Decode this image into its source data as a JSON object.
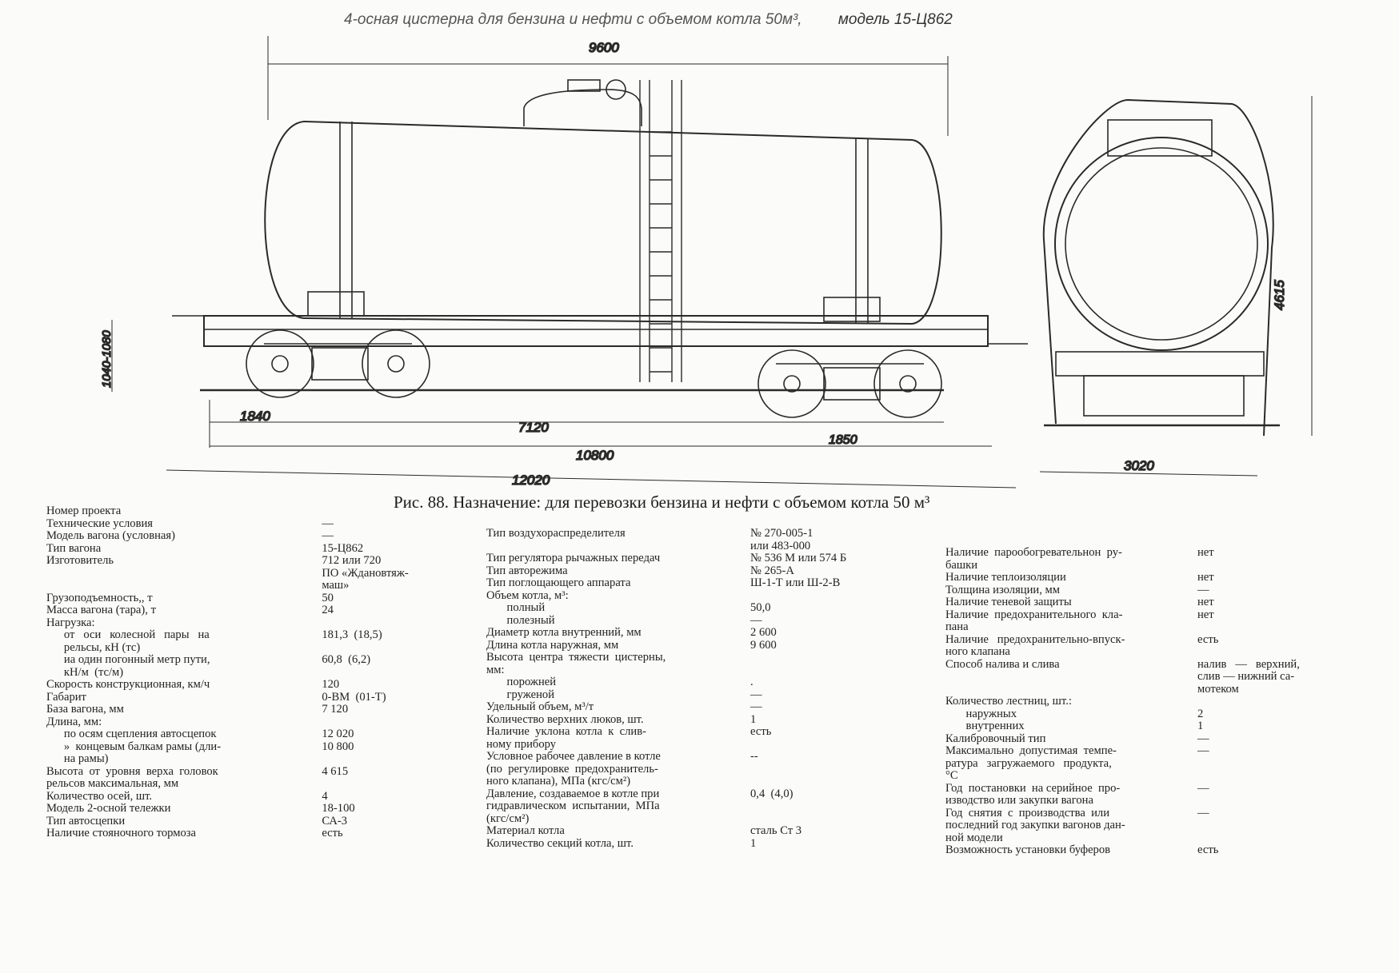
{
  "header": {
    "title": "4-осная цистерна для бензина и нефти с объемом котла 50м³,",
    "model": "модель 15-Ц862"
  },
  "dimensions": {
    "length_boiler": "9600",
    "height": "4615",
    "coupler_height": "1040-1080",
    "bogie_overhang": "1840",
    "base": "7120",
    "bogie_base": "1850",
    "frame_length": "10800",
    "overall_length": "12020",
    "width": "3020"
  },
  "caption": "Рис. 88. Назначение: для перевозки бензина и нефти с объемом котла 50 м³",
  "col1": [
    {
      "label": "Номер проекта",
      "value": ""
    },
    {
      "label": "Технические условия",
      "value": "—"
    },
    {
      "label": "Модель вагона (условная)",
      "value": "—"
    },
    {
      "label": "Тип вагона",
      "value": "15-Ц862"
    },
    {
      "label": "Изготовитель",
      "value": "712 или 720\nПО «Ждановтяж-\nмаш»"
    },
    {
      "label": "Грузоподъемность,, т",
      "value": "50"
    },
    {
      "label": "Масса вагона (тара), т",
      "value": "24"
    },
    {
      "label": "Нагрузка:",
      "value": ""
    },
    {
      "label": "      от   оси   колесной   пары   на\n      рельсы, кН (тс)",
      "value": "181,3  (18,5)"
    },
    {
      "label": "      иа один погонный метр пути,\n      кН/м  (тс/м)",
      "value": "60,8  (6,2)"
    },
    {
      "label": "Скорость конструкционная, км/ч",
      "value": "120"
    },
    {
      "label": "Габарит",
      "value": "0-ВМ  (01-Т)"
    },
    {
      "label": "База вагона, мм",
      "value": "7 120"
    },
    {
      "label": "Длина, мм:",
      "value": ""
    },
    {
      "label": "      по осям сцепления автосцепок",
      "value": "12 020"
    },
    {
      "label": "      »  концевым балкам рамы (дли-\n      на рамы)",
      "value": "10 800"
    },
    {
      "label": "Высота  от  уровня  верха  головок\nрельсов максимальная, мм",
      "value": "4 615"
    },
    {
      "label": "Количество осей, шт.",
      "value": "4"
    },
    {
      "label": "Модель 2-осной тележки",
      "value": "18-100"
    },
    {
      "label": "Тип автосцепки",
      "value": "СА-3"
    },
    {
      "label": "Наличие стояночного тормоза",
      "value": "есть"
    }
  ],
  "col2": [
    {
      "label": "Тип воздухораспределителя",
      "value": "№ 270-005-1\nили 483-000"
    },
    {
      "label": "Тип регулятора рычажных передач",
      "value": "№ 536 М или 574 Б"
    },
    {
      "label": "Тип авторежима",
      "value": "№ 265-А"
    },
    {
      "label": "Тип поглощающего аппарата",
      "value": "Ш-1-Т или Ш-2-В"
    },
    {
      "label": "Объем котла, м³:",
      "value": ""
    },
    {
      "label": "       полный",
      "value": "50,0"
    },
    {
      "label": "       полезный",
      "value": "—"
    },
    {
      "label": "Диаметр котла внутренний, мм",
      "value": "2 600"
    },
    {
      "label": "Длина котла наружная, мм",
      "value": "9 600"
    },
    {
      "label": "Высота  центра  тяжести  цистерны,\nмм:",
      "value": ""
    },
    {
      "label": "       порожней",
      "value": "."
    },
    {
      "label": "       груженой",
      "value": "—"
    },
    {
      "label": "Удельный объем, м³/т",
      "value": "—"
    },
    {
      "label": "Количество верхних люков, шт.",
      "value": "1"
    },
    {
      "label": "Наличие  уклона  котла  к  слив-\nному прибору",
      "value": "есть"
    },
    {
      "label": "Условное рабочее давление в котле\n(по  регулировке  предохранитель-\nного клапана), МПа (кгс/см²)",
      "value": "--"
    },
    {
      "label": "Давление, создаваемое в котле при\nгидравлическом  испытании,  МПа\n(кгс/см²)",
      "value": "0,4  (4,0)"
    },
    {
      "label": "Материал котла",
      "value": "сталь Ст 3"
    },
    {
      "label": "Количество секций котла, шт.",
      "value": "1"
    }
  ],
  "col3": [
    {
      "label": "Наличие  парообогревательнон  ру-\nбашки",
      "value": "нет"
    },
    {
      "label": "Наличие теплоизоляции",
      "value": "нет"
    },
    {
      "label": "Толщина изоляции, мм",
      "value": "—"
    },
    {
      "label": "Наличие теневой защиты",
      "value": "нет"
    },
    {
      "label": "Наличие  предохранительного  кла-\nпана",
      "value": "нет"
    },
    {
      "label": "Наличие   предохранительно-впуск-\nного клапана",
      "value": "есть"
    },
    {
      "label": "Способ налива и слива",
      "value": "налив   —   верхний,\nслив — нижний са-\nмотеком"
    },
    {
      "label": "Количество лестниц, шт.:",
      "value": ""
    },
    {
      "label": "       наружных",
      "value": "2"
    },
    {
      "label": "       внутренних",
      "value": "1"
    },
    {
      "label": "Калибровочный тип",
      "value": "—"
    },
    {
      "label": "Максимально  допустимая  темпе-\nратура   загружаемого   продукта,\n°С",
      "value": "—"
    },
    {
      "label": "Год  постановки  на серийное  про-\nизводство или закупки вагона",
      "value": "—"
    },
    {
      "label": "Год  снятия  с  производства  или\nпоследний год закупки вагонов дан-\nной модели",
      "value": "—"
    },
    {
      "label": "Возможность установки буферов",
      "value": "есть"
    }
  ]
}
